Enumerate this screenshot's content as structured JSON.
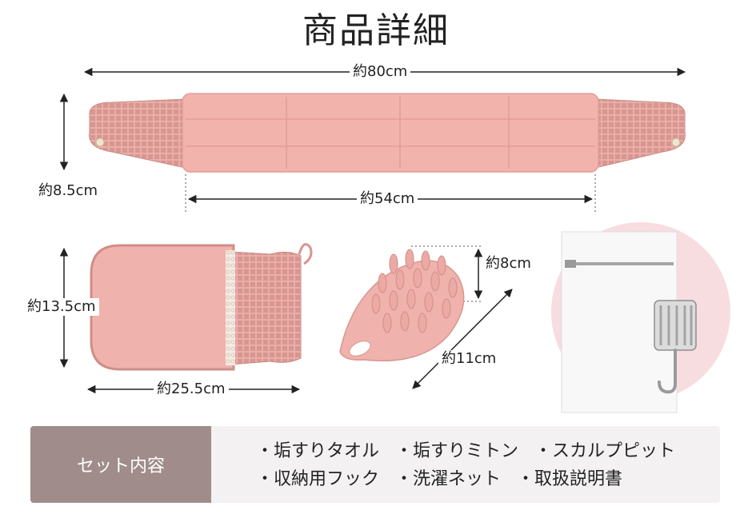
{
  "title": "商品詳細",
  "dimensions": {
    "towel_length": "約80cm",
    "towel_width": "約8.5cm",
    "towel_pad": "約54cm",
    "mitten_height": "約13.5cm",
    "mitten_width": "約25.5cm",
    "scalp_height": "約8cm",
    "scalp_length": "約11cm"
  },
  "set_contents": {
    "label": "セット内容",
    "rows": [
      [
        "・垢すりタオル",
        "・垢すりミトン",
        "・スカルプピット"
      ],
      [
        "・収納用フック",
        "・洗濯ネット",
        "・取扱説明書"
      ]
    ]
  },
  "colors": {
    "towel_pink": "#f2b3ad",
    "label_bg": "#a08c8a",
    "circle_bg": "#f7dde0"
  }
}
